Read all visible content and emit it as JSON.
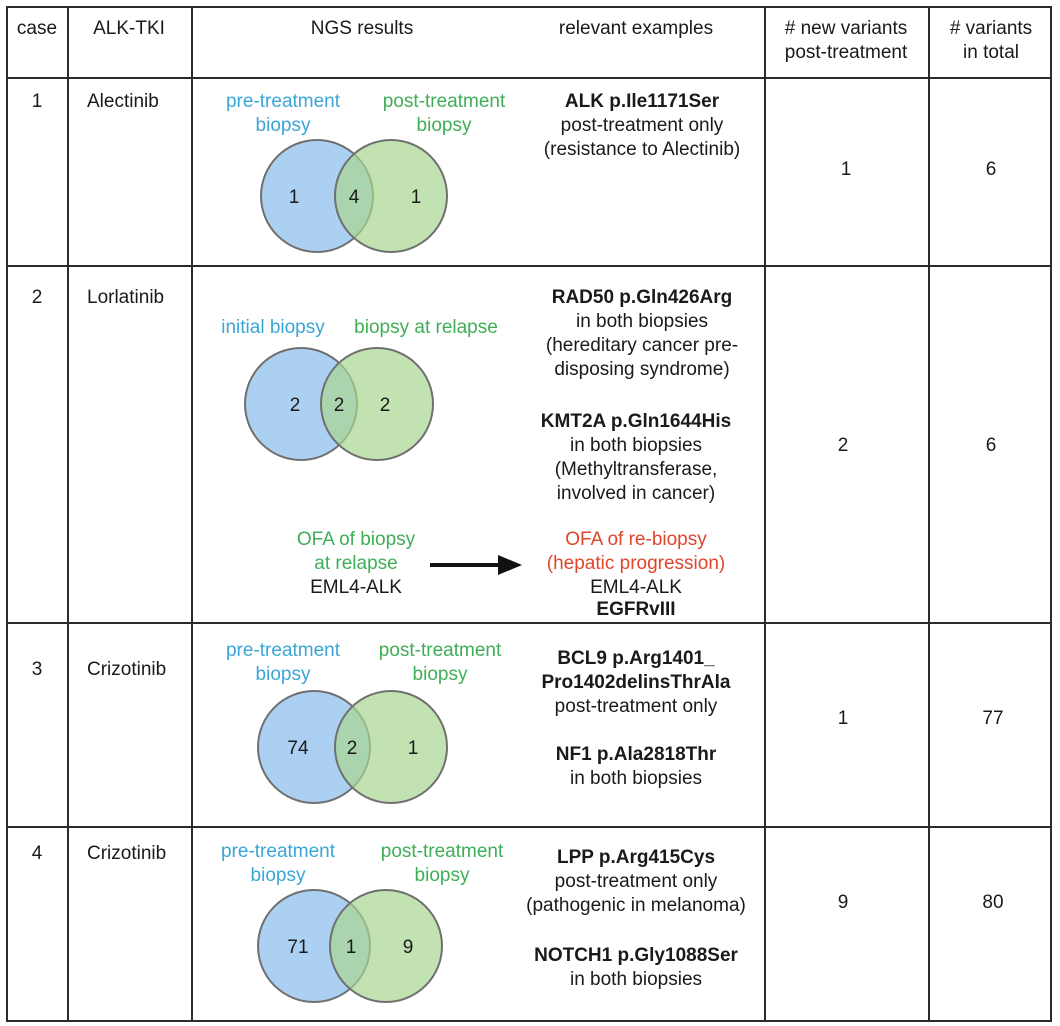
{
  "headers": {
    "case": "case",
    "alk_tki": "ALK-TKI",
    "ngs": "NGS results",
    "examples": "relevant examples",
    "new_variants": [
      "# new variants",
      "post-treatment"
    ],
    "total_variants": [
      "# variants",
      "in total"
    ]
  },
  "colors": {
    "left_circle": "#9cc8ee",
    "right_circle": "#a8d590",
    "overlap": "#6fb3b6",
    "label_blue": "#3aa6d8",
    "label_green": "#3fae57",
    "label_red": "#e0452c",
    "grid": "#2b2b2b"
  },
  "rows": [
    {
      "case": "1",
      "tki": "Alectinib",
      "venn_left_label": [
        "pre-treatment",
        "biopsy"
      ],
      "venn_right_label": [
        "post-treatment",
        "biopsy"
      ],
      "venn": {
        "left": "1",
        "both": "4",
        "right": "1"
      },
      "examples": [
        {
          "bold": "ALK p.Ile1171Ser",
          "lines": [
            "post-treatment only",
            "(resistance to Alectinib)"
          ]
        }
      ],
      "new_variants": "1",
      "total": "6"
    },
    {
      "case": "2",
      "tki": "Lorlatinib",
      "venn_left_label": [
        "initial biopsy"
      ],
      "venn_right_label": [
        "biopsy at relapse"
      ],
      "venn": {
        "left": "2",
        "both": "2",
        "right": "2"
      },
      "examples": [
        {
          "bold": "RAD50 p.Gln426Arg",
          "lines": [
            "in both biopsies",
            "(hereditary cancer pre-",
            "disposing syndrome)"
          ]
        },
        {
          "bold": "KMT2A p.Gln1644His",
          "lines": [
            "in both biopsies",
            "(Methyltransferase,",
            "involved in cancer)"
          ]
        }
      ],
      "ofa": {
        "from_lines": [
          "OFA of biopsy",
          "at relapse"
        ],
        "from_result": "EML4-ALK",
        "to_lines": [
          "OFA of re-biopsy",
          "(hepatic progression)"
        ],
        "to_result": "EML4-ALK",
        "to_result_bold": "EGFRvIII"
      },
      "new_variants": "2",
      "total": "6"
    },
    {
      "case": "3",
      "tki": "Crizotinib",
      "venn_left_label": [
        "pre-treatment",
        "biopsy"
      ],
      "venn_right_label": [
        "post-treatment",
        "biopsy"
      ],
      "venn": {
        "left": "74",
        "both": "2",
        "right": "1"
      },
      "examples": [
        {
          "bold_lines": [
            "BCL9 p.Arg1401_",
            "Pro1402delinsThrAla"
          ],
          "lines": [
            "post-treatment only"
          ]
        },
        {
          "bold": "NF1 p.Ala2818Thr",
          "lines": [
            "in both biopsies"
          ]
        }
      ],
      "new_variants": "1",
      "total": "77"
    },
    {
      "case": "4",
      "tki": "Crizotinib",
      "venn_left_label": [
        "pre-treatment",
        "biopsy"
      ],
      "venn_right_label": [
        "post-treatment",
        "biopsy"
      ],
      "venn": {
        "left": "71",
        "both": "1",
        "right": "9"
      },
      "examples": [
        {
          "bold": "LPP p.Arg415Cys",
          "lines": [
            "post-treatment only",
            "(pathogenic in melanoma)"
          ]
        },
        {
          "bold": "NOTCH1 p.Gly1088Ser",
          "lines": [
            "in both biopsies"
          ]
        }
      ],
      "new_variants": "9",
      "total": "80"
    }
  ]
}
